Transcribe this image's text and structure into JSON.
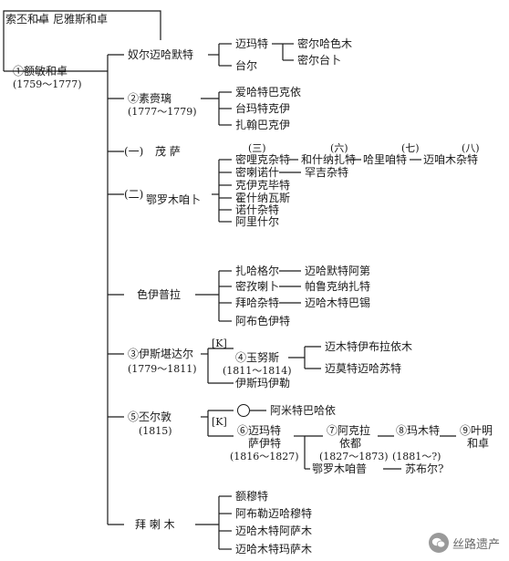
{
  "tree": {
    "root": "索丕和卓",
    "root_son": "尼雅斯和卓",
    "n1": "①额敏和卓",
    "n1_years": "(1759～1777)",
    "nuer": "奴尔迈哈默特",
    "nuer_c1": "迈玛特",
    "nuer_c1_c1": "密尔哈色木",
    "nuer_c1_c2": "密尔台卜",
    "nuer_c2": "台尔",
    "n2": "②素赍璃",
    "n2_years": "(1777～1779)",
    "n2_c1": "爱哈特巴克依",
    "n2_c2": "台玛特克伊",
    "n2_c3": "扎翰巴克伊",
    "mao_num": "(一)",
    "mao": "茂 萨",
    "eluo_num": "(二)",
    "eluo": "鄂罗木咱卜",
    "g3": "(三)",
    "g6": "(六)",
    "g7": "(七)",
    "g8": "(八)",
    "e_c1": "密哩克杂特",
    "e_c1_c1": "和什纳扎特",
    "e_c1_c2": "哈里咱特",
    "e_c1_c3": "迈咱木杂特",
    "e_c2": "密喇诺什",
    "e_c2_c1": "罕吉杂特",
    "e_c3": "克伊克毕特",
    "e_c4": "霍什纳瓦斯",
    "e_c5": "诺什杂特",
    "e_c6": "阿里什尔",
    "seyi": "色伊普拉",
    "s_c1": "扎哈格尔",
    "s_c1_c1": "迈哈默特阿第",
    "s_c2": "密孜喇卜",
    "s_c2_c1": "帕鲁克纳扎特",
    "s_c3": "拜哈杂特",
    "s_c3_c1": "迈哈木特巴锡",
    "s_c4": "阿布色伊特",
    "n3": "③伊斯堪达尔",
    "n3_years": "(1779～1811)",
    "k_mark": "[K]",
    "n4": "④玉努斯",
    "n4_years": "(1811～1814)",
    "n4_c1": "迈木特伊布拉依木",
    "n4_c2": "迈莫特迈哈苏特",
    "n3_c2": "伊斯玛伊勒",
    "n5": "⑤丕尔敦",
    "n5_years": "(1815)",
    "n5_c1": "阿米特巴哈依",
    "k_mark2": "[K]",
    "n6_a": "⑥迈玛特",
    "n6_b": "萨伊特",
    "n6_years": "(1816～1827)",
    "n7_a": "⑦阿克拉",
    "n7_b": "依都",
    "n7_years": "(1827～1873)",
    "n8": "⑧玛木特",
    "n8_years": "(1881～?)",
    "n9_a": "⑨叶明",
    "n9_b": "和卓",
    "n6_c2": "鄂罗木咱普",
    "n6_c2_c1": "苏布尔?",
    "bai": "拜 喇 木",
    "b_c1": "额穆特",
    "b_c2": "阿布勒迈哈穆特",
    "b_c3": "迈哈木特阿萨木",
    "b_c4": "迈哈木特玛萨木"
  },
  "watermark": {
    "text": "丝路遗产",
    "icon": "wechat-icon"
  }
}
